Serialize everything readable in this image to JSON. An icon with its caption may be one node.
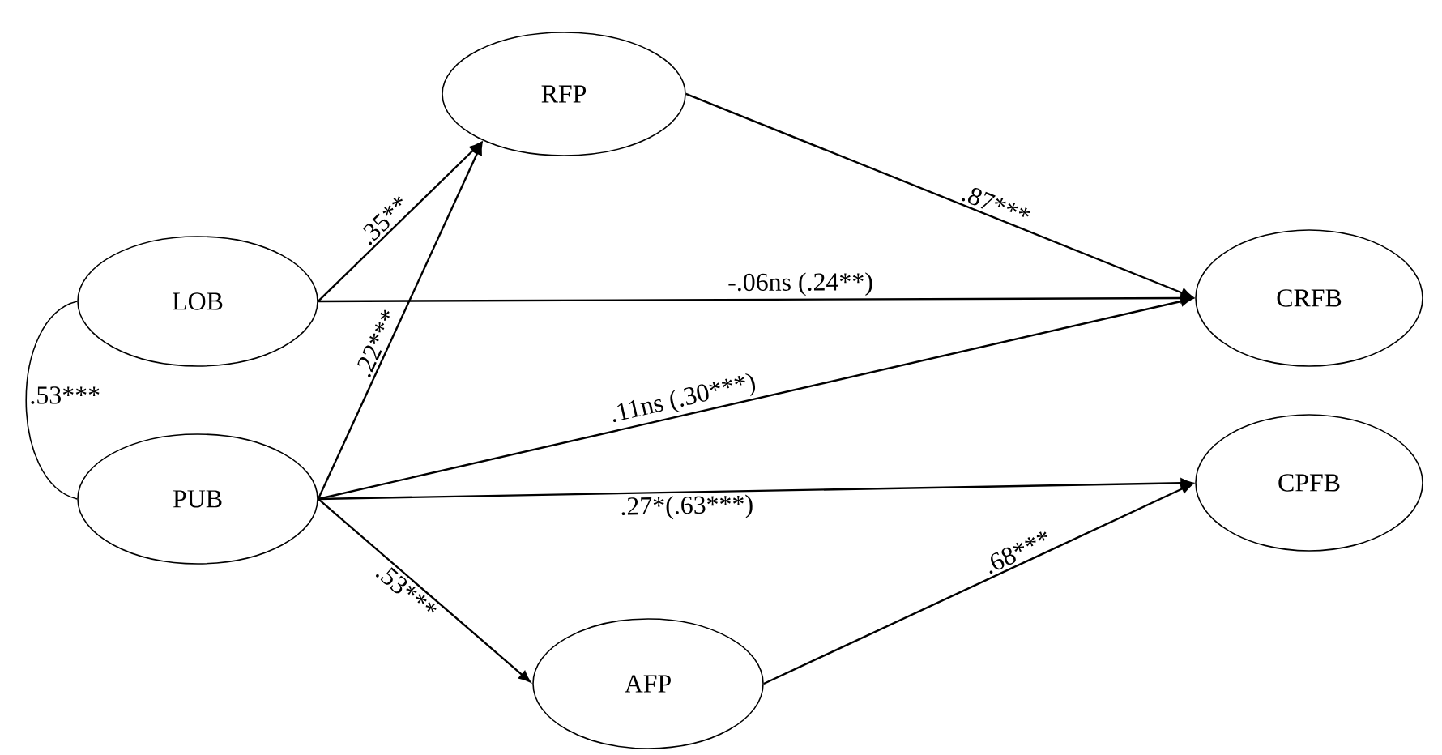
{
  "diagram": {
    "nodes": [
      {
        "text": [
          "LOB"
        ]
      },
      {
        "text": [
          "PUB"
        ]
      },
      {
        "text": [
          "RFP"
        ]
      },
      {
        "text": [
          "CRFB"
        ]
      },
      {
        "text": [
          "CPFB"
        ]
      },
      {
        "text": [
          "AFP"
        ]
      }
    ],
    "edges": [
      {
        "from": 0,
        "to": 1,
        "arrow": "none",
        "label": ".53***"
      },
      {
        "from": 0,
        "to": 2,
        "arrow": "to",
        "label": ".35**"
      },
      {
        "from": 1,
        "to": 2,
        "arrow": "to",
        "label": ".22***"
      },
      {
        "from": 0,
        "to": 3,
        "arrow": "to",
        "label": "-.06ns (.24**)"
      },
      {
        "from": 1,
        "to": 3,
        "arrow": "to",
        "label": ".11ns (.30***)"
      },
      {
        "from": 1,
        "to": 4,
        "arrow": "to",
        "label": ".27*(.63***)"
      },
      {
        "from": 1,
        "to": 5,
        "arrow": "to",
        "label": ".53***"
      },
      {
        "from": 2,
        "to": 3,
        "arrow": "to",
        "label": ".87***"
      },
      {
        "from": 5,
        "to": 4,
        "arrow": "to",
        "label": ".68***"
      }
    ]
  }
}
